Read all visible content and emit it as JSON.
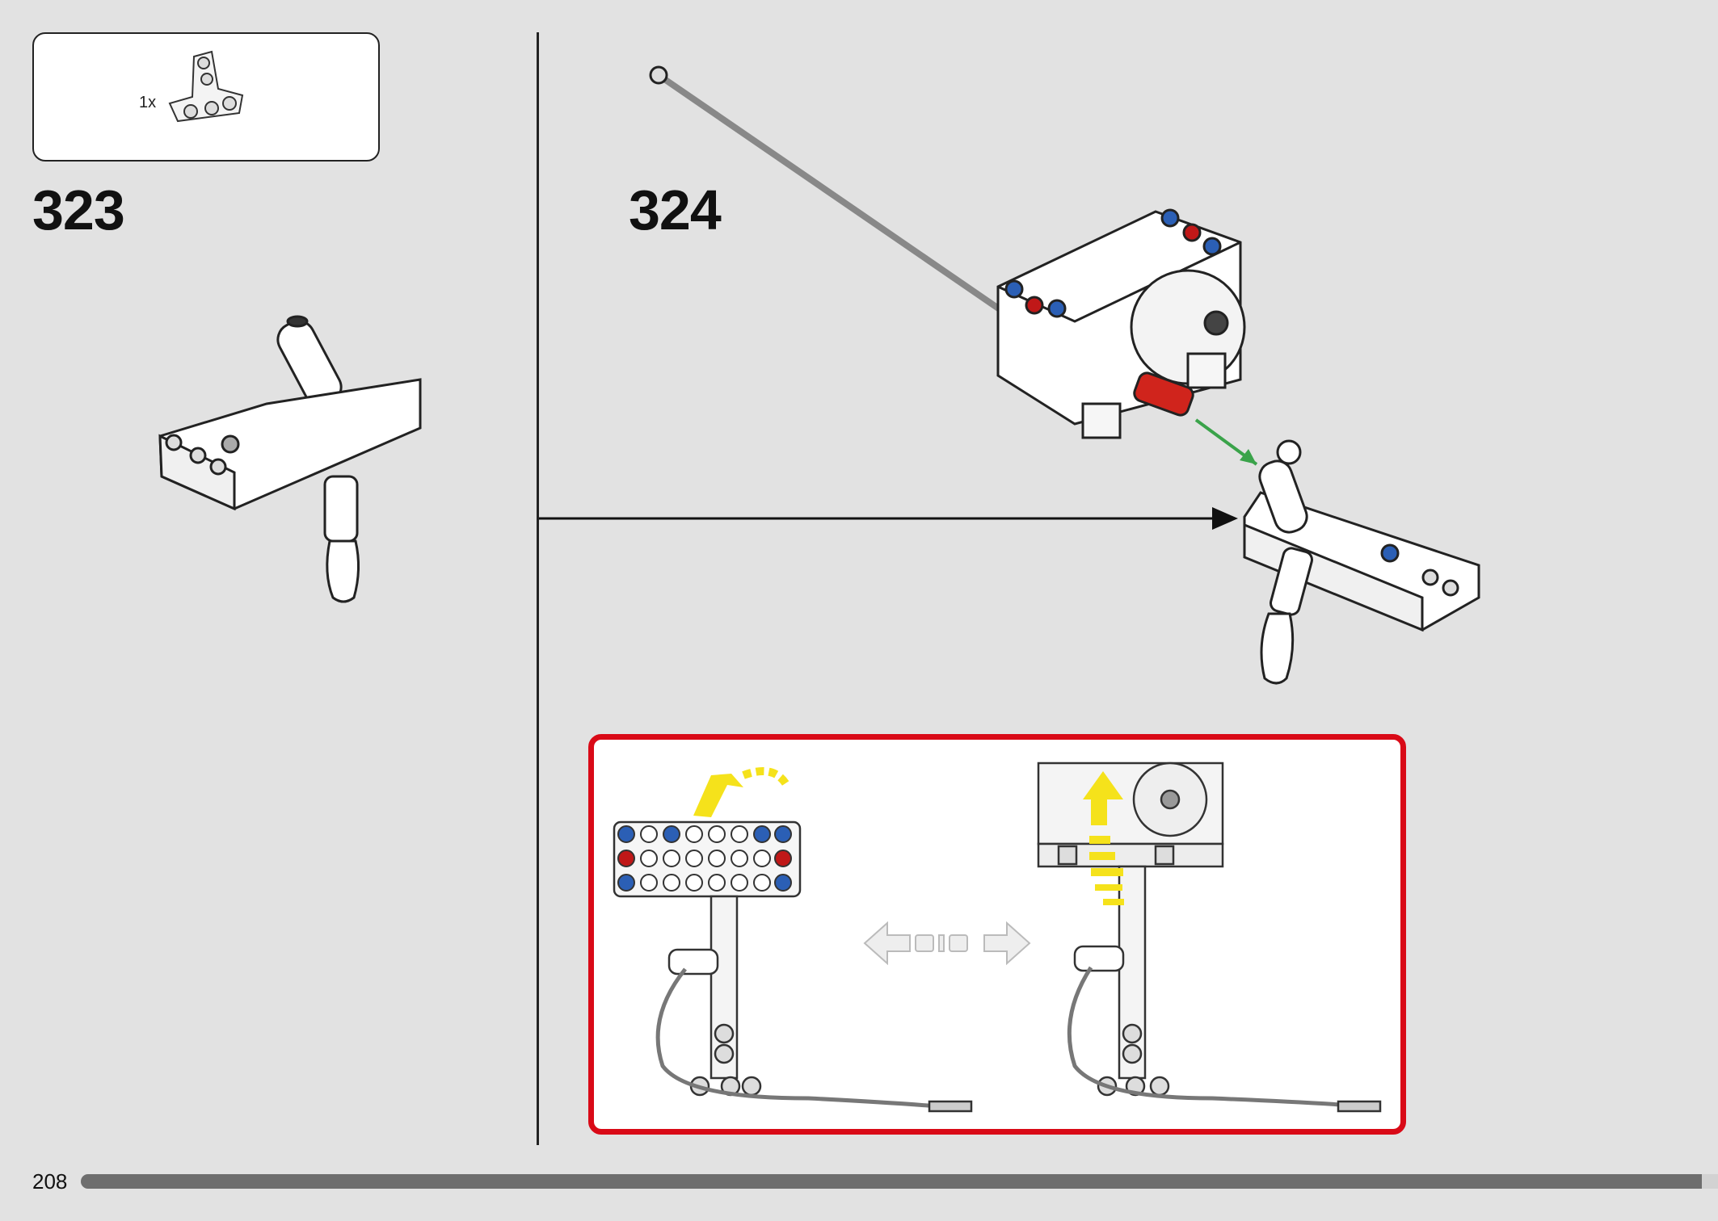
{
  "parts": {
    "quantity": "1x",
    "icon": "t-beam-part-icon"
  },
  "steps": [
    {
      "number": "323"
    },
    {
      "number": "324"
    }
  ],
  "page": {
    "number": "208",
    "progress_fraction": 0.99
  },
  "colors": {
    "accent_red": "#d90a17",
    "arrow_green": "#3aa34a",
    "highlight_yellow": "#f5e21b"
  }
}
